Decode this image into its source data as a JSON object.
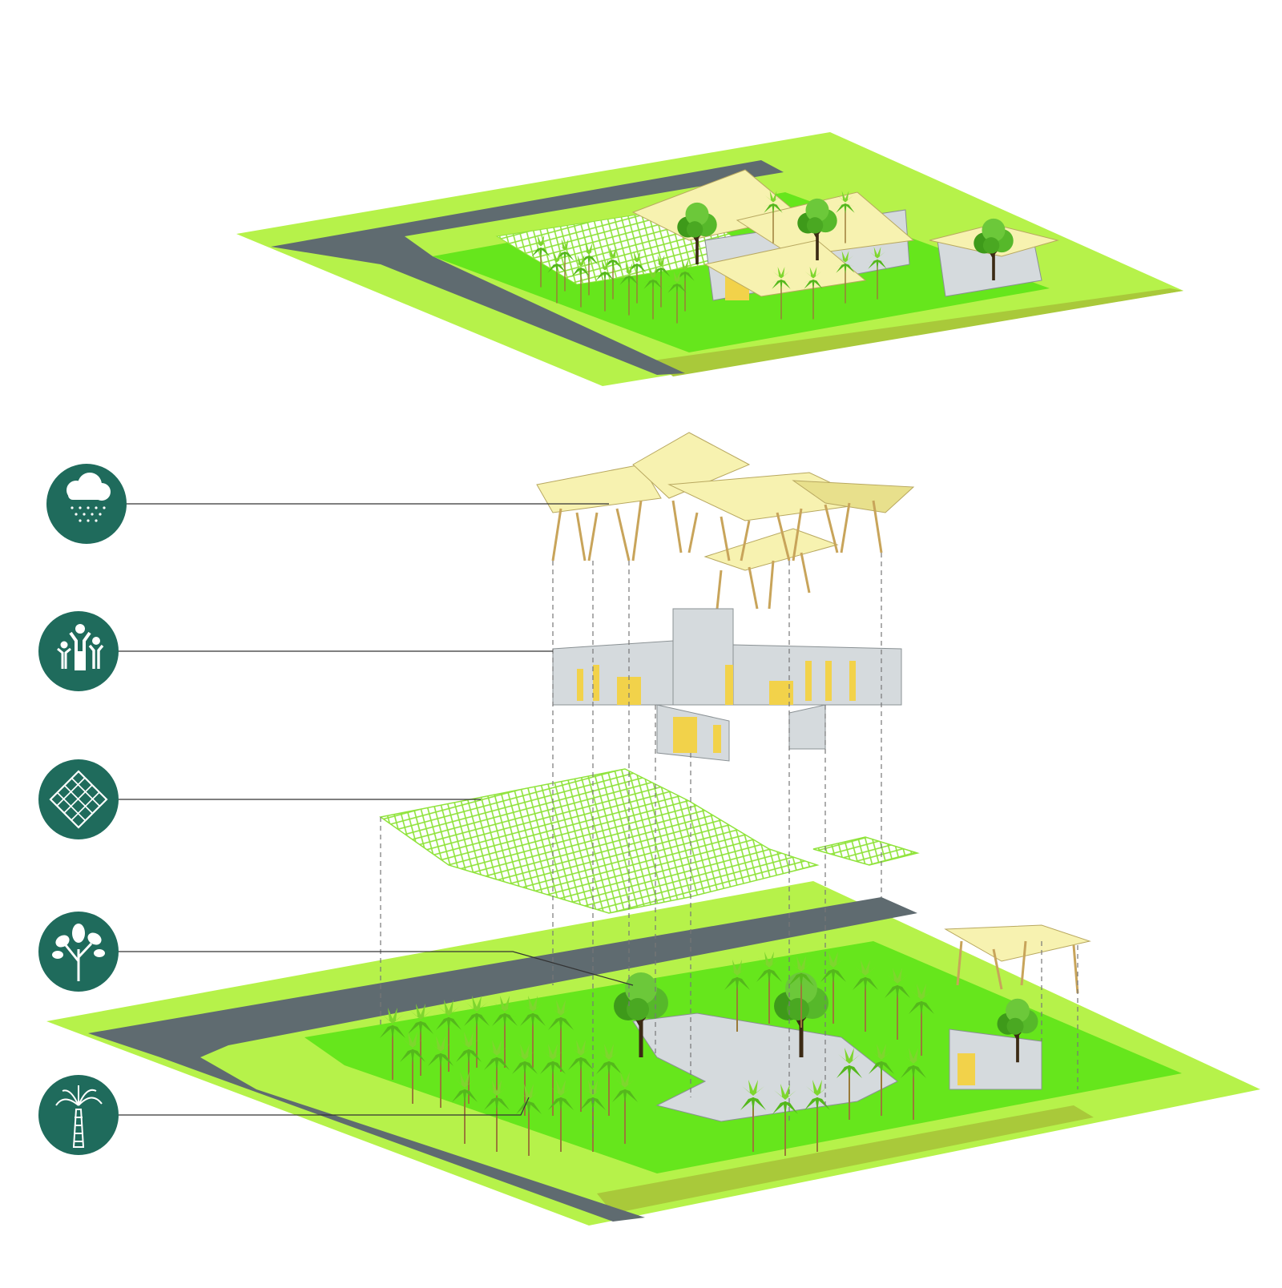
{
  "colors": {
    "grass_light": "#b6f24a",
    "grass_bright": "#66e61c",
    "grass_olive": "#a9c93a",
    "road": "#5f6b70",
    "badge": "#1f6b5c",
    "roof": "#f7f2b0",
    "roof_shade": "#e8e08c",
    "bamboo": "#c8a45a",
    "wall": "#d5dadd",
    "window": "#f2d24a",
    "mesh": "#8fe33a",
    "palm": "#54b81c",
    "tree": "#3e9a1a",
    "leader": "#333333"
  },
  "legend": [
    {
      "id": "rain",
      "icon": "rain-cloud-icon"
    },
    {
      "id": "people",
      "icon": "family-icon"
    },
    {
      "id": "mesh",
      "icon": "mesh-net-icon"
    },
    {
      "id": "shrub",
      "icon": "shrub-icon"
    },
    {
      "id": "palm",
      "icon": "palm-tree-icon"
    }
  ],
  "layers": [
    {
      "id": "site-assembled"
    },
    {
      "id": "bamboo-roof"
    },
    {
      "id": "building-walls"
    },
    {
      "id": "ground-mesh"
    },
    {
      "id": "site-landscape"
    }
  ]
}
